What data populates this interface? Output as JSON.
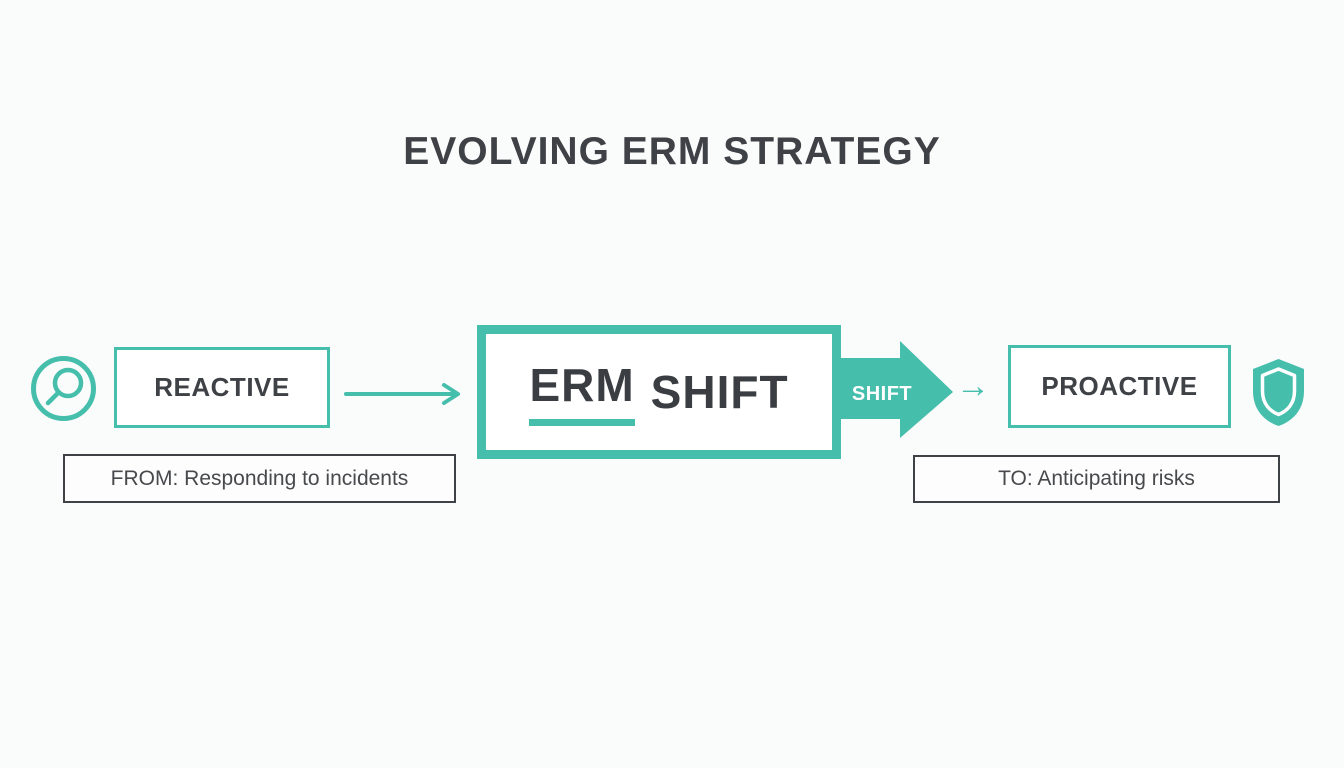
{
  "title": "EVOLVING ERM STRATEGY",
  "colors": {
    "teal": "#45beac",
    "dark_text": "#3e4145",
    "background": "#fafbfb",
    "box_fill": "#ffffff",
    "arrow_label_text": "#ffffff"
  },
  "flow": {
    "reactive": {
      "label": "REACTIVE",
      "caption": "FROM: Responding to incidents"
    },
    "center": {
      "word_underlined": "ERM",
      "word_rest": "SHIFT"
    },
    "shift_arrow": {
      "label": "SHIFT"
    },
    "proactive": {
      "label": "PROACTIVE",
      "caption": "TO: Anticipating risks"
    }
  },
  "icons": {
    "left": "magnifier-icon",
    "right": "shield-icon",
    "connector": "arrow-right-line",
    "small_arrow_glyph": "→"
  }
}
